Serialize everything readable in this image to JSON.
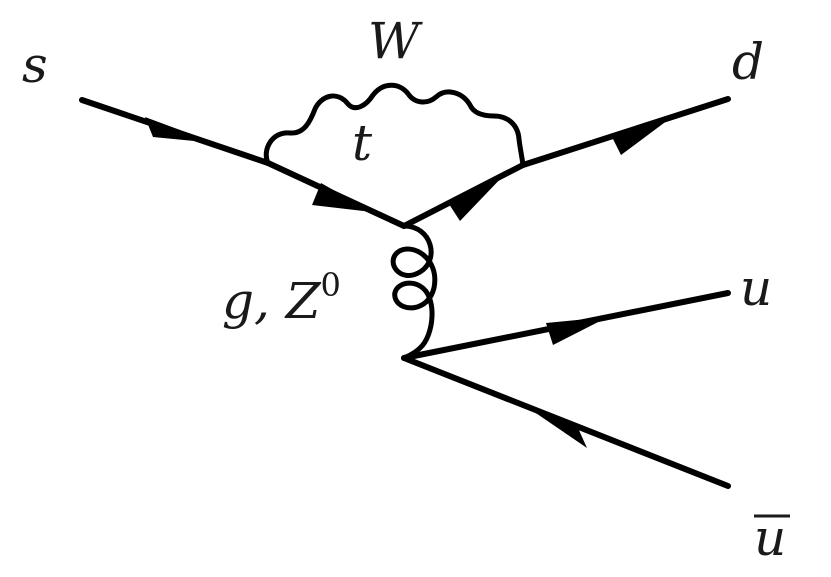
{
  "diagram": {
    "particles": {
      "s": "s",
      "d": "d",
      "u": "u",
      "ubar": "u",
      "W": "W",
      "t": "t",
      "gZ": "g, Z",
      "gZ_sup": "0"
    }
  }
}
